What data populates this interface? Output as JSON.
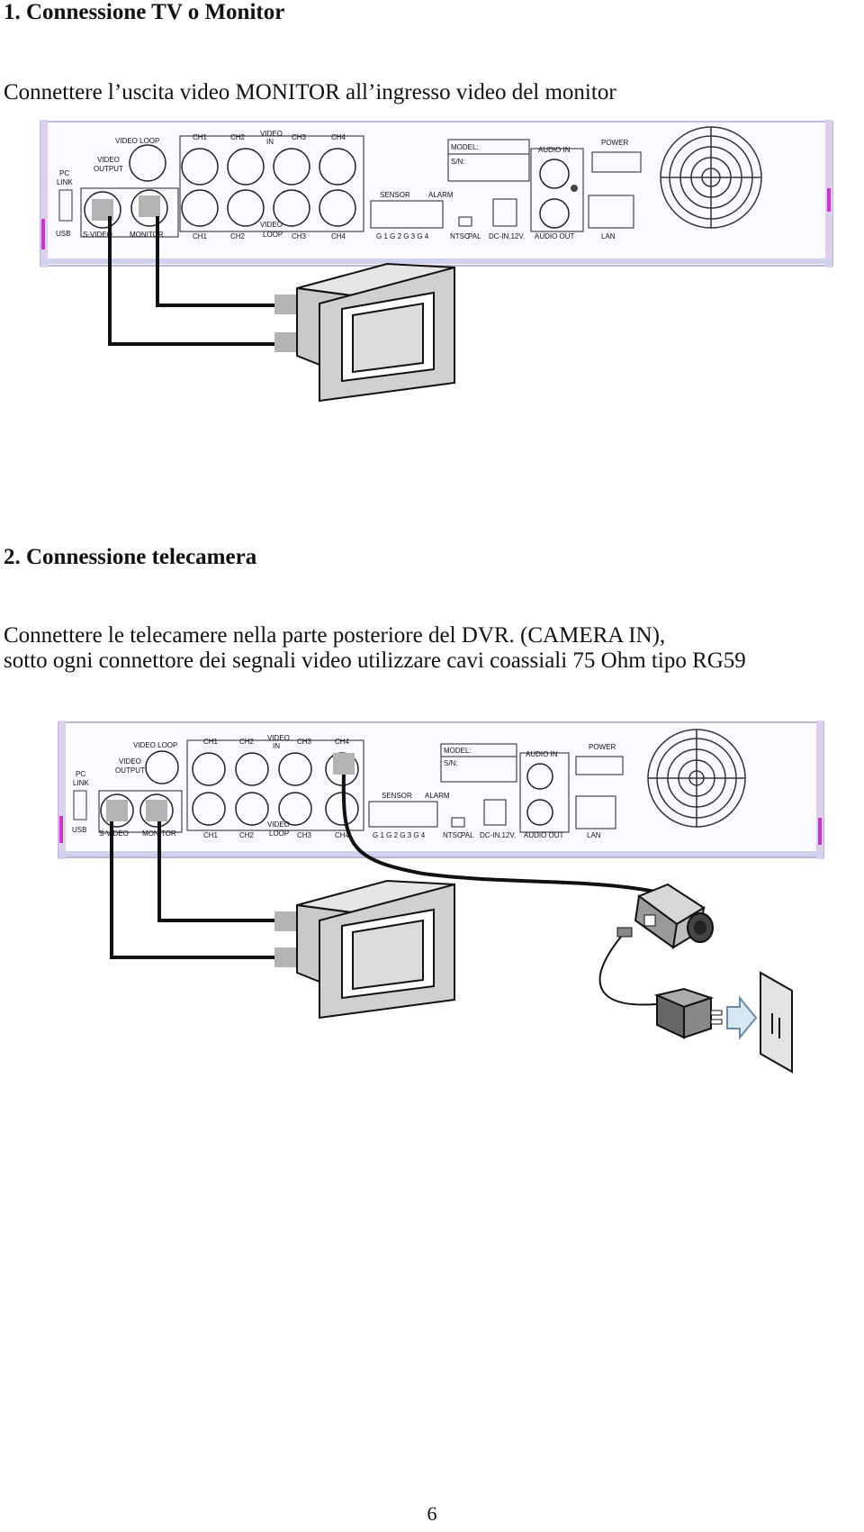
{
  "section1": {
    "heading": "1. Connessione TV o Monitor",
    "text": "Connettere l’uscita video MONITOR all’ingresso video del monitor"
  },
  "section2": {
    "heading": "2. Connessione telecamera",
    "line1": "Connettere le telecamere nella parte posteriore del DVR. (CAMERA IN),",
    "line2": "sotto ogni connettore dei segnali video utilizzare cavi coassiali 75 Ohm tipo RG59"
  },
  "panel_labels": {
    "pc_link": "PC",
    "pc_link2": "LINK",
    "usb": "USB",
    "video_loop": "VIDEO  LOOP",
    "video_output": "VIDEO",
    "video_output2": "OUTPUT",
    "s_video": "S-VIDEO",
    "monitor": "MONITOR",
    "ch1": "CH1",
    "ch2": "CH2",
    "ch3": "CH3",
    "ch4": "CH4",
    "video_in": "VIDEO",
    "video_in2": "IN",
    "video_loop_bottom": "VIDEO",
    "video_loop_bottom2": "LOOP",
    "model": "MODEL:",
    "sn": "S/N:",
    "sensor": "SENSOR",
    "alarm": "ALARM",
    "sensor_pins": "G 1 G 2 G 3 G 4",
    "ntsc": "NTSC",
    "pal": "PAL",
    "dc_in": "DC-IN.12V.",
    "audio_in": "AUDIO  IN",
    "audio_out": "AUDIO  OUT",
    "power": "POWER",
    "lan": "LAN"
  },
  "page_number": "6"
}
